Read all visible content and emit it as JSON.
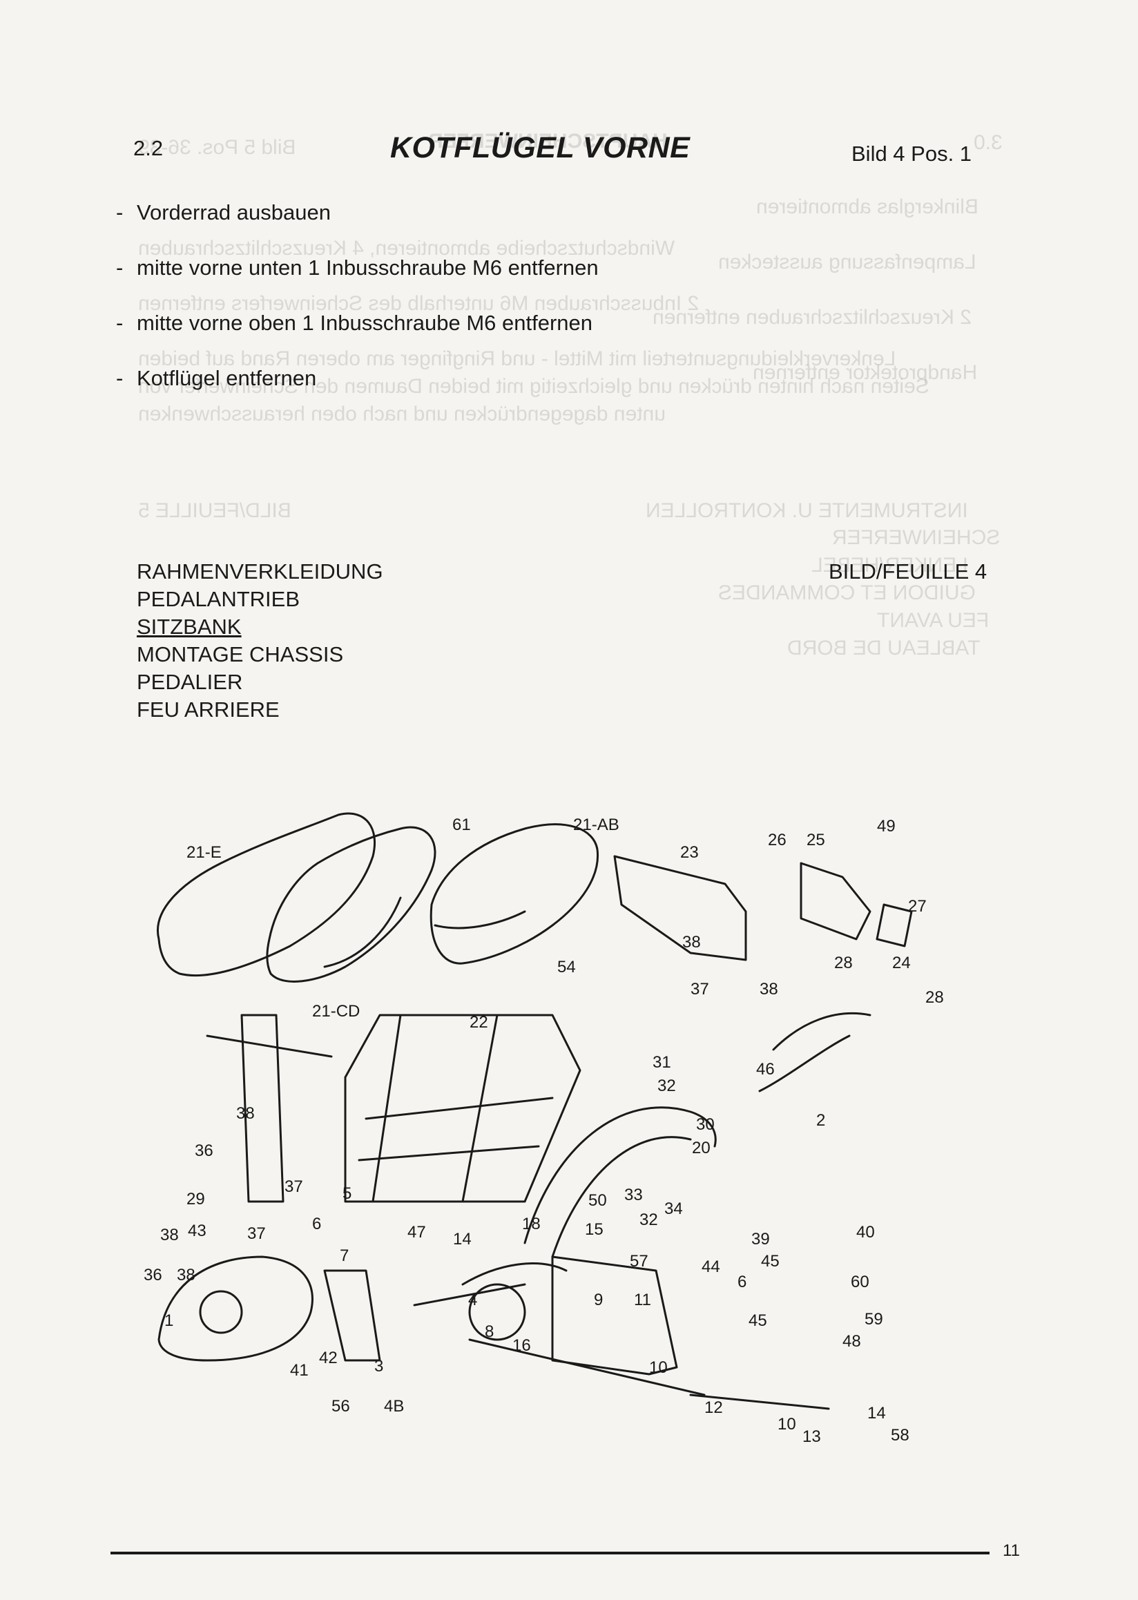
{
  "section": {
    "number": "2.2",
    "title": "KOTFLÜGEL VORNE",
    "reference": "Bild 4 Pos. 1"
  },
  "steps": [
    {
      "dash": "-",
      "text": "Vorderrad ausbauen"
    },
    {
      "dash": "-",
      "text": "mitte vorne unten 1 Inbusschraube M6 entfernen"
    },
    {
      "dash": "-",
      "text": "mitte vorne oben 1 Inbusschraube M6 entfernen"
    },
    {
      "dash": "-",
      "text": "Kotflügel entfernen"
    }
  ],
  "index": {
    "items": [
      "RAHMENVERKLEIDUNG",
      "PEDALANTRIEB",
      "SITZBANK",
      "MONTAGE CHASSIS",
      "PEDALIER",
      "FEU ARRIERE"
    ],
    "figure_ref": "BILD/FEUILLE 4"
  },
  "bleed_through": {
    "lines": [
      "3.0",
      "HAUPTSCHEINWERFER",
      "Bild 5 Pos. 36-39",
      "Blinkerglas abmontieren",
      "Lampenfassung ausstecken",
      "Windschutzscheibe abmontieren, 4 Kreuzschlitzschrauben",
      "2 Inbusschrauben M6 unterhalb des Scheinwerfers entfernen",
      "2 Kreuzschlitzschrauben entfernen",
      "Lenkerverkleidungsunterteil mit Mittel - und Ringfinger am oberen Rand auf beiden",
      "Handprotektor entfernen",
      "Seiten nach hinten drücken und gleichzeitig mit beiden Daumen den Scheinwerfer von",
      "unten dagegendrücken und nach oben herausschwenken",
      "INSTRUMENTE U. KONTROLLEN",
      "BILD/FEUILLE 5",
      "SCHEINWERFER",
      "LENKER/HEBEL",
      "GUIDON ET COMMANDES",
      "FEU AVANT",
      "TABLEAU DE BORD"
    ]
  },
  "diagram": {
    "part_labels": [
      "21-E",
      "61",
      "21-AB",
      "23",
      "26",
      "25",
      "49",
      "27",
      "38",
      "37",
      "38",
      "28",
      "24",
      "28",
      "54",
      "22",
      "21-CD",
      "31",
      "32",
      "46",
      "30",
      "2",
      "20",
      "38",
      "36",
      "37",
      "29",
      "5",
      "50",
      "33",
      "34",
      "32",
      "18",
      "15",
      "39",
      "40",
      "38",
      "43",
      "37",
      "6",
      "47",
      "14",
      "36",
      "38",
      "7",
      "57",
      "44",
      "45",
      "6",
      "60",
      "1",
      "4",
      "9",
      "11",
      "45",
      "8",
      "16",
      "59",
      "48",
      "42",
      "41",
      "3",
      "10",
      "56",
      "4B",
      "12",
      "14",
      "10",
      "13",
      "58"
    ]
  },
  "footer": {
    "page_number": "11"
  }
}
